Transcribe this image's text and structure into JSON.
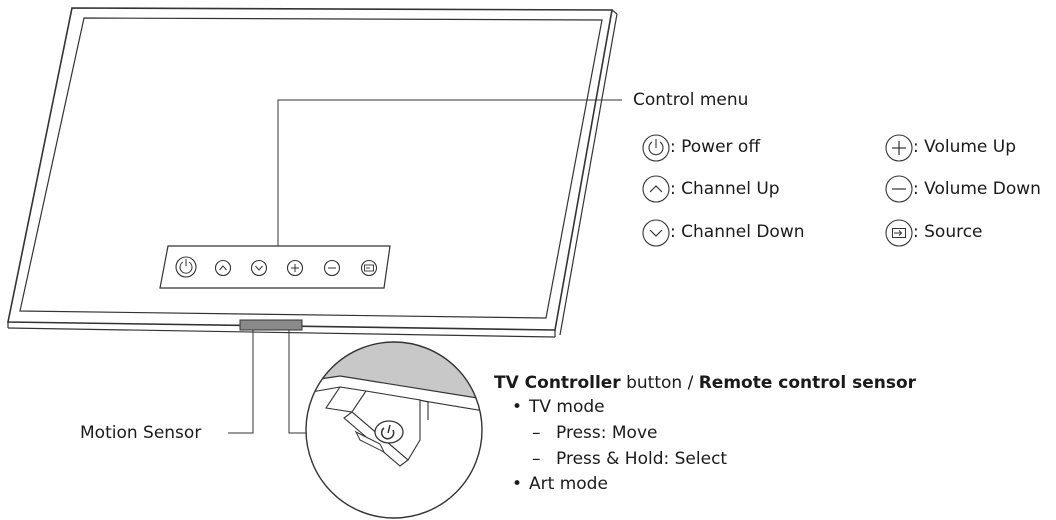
{
  "control_menu": {
    "title": "Control menu",
    "items": [
      {
        "icon": "power-icon",
        "label": ": Power off"
      },
      {
        "icon": "chevron-up-icon",
        "label": ": Channel Up"
      },
      {
        "icon": "chevron-down-icon",
        "label": ": Channel Down"
      },
      {
        "icon": "plus-icon",
        "label": ": Volume Up"
      },
      {
        "icon": "minus-icon",
        "label": ": Volume Down"
      },
      {
        "icon": "source-icon",
        "label": ": Source"
      }
    ]
  },
  "motion_sensor": {
    "label": "Motion Sensor"
  },
  "controller": {
    "title_bold": "TV Controller",
    "title_mid": " button / ",
    "title_bold2": "Remote control sensor",
    "tv_mode": "TV mode",
    "press": "Press: Move",
    "press_hold": "Press & Hold: Select",
    "art_mode": "Art mode"
  }
}
